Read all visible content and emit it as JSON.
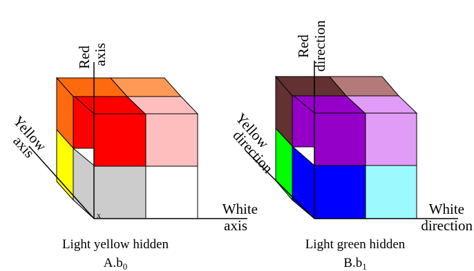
{
  "figure_a": {
    "red_label_line1": "Red",
    "red_label_line2": "axis",
    "yellow_label_line1": "Yellow",
    "yellow_label_line2": "axis",
    "white_label_line1": "White",
    "white_label_line2": "axis",
    "origin_mark": "x",
    "caption": "Light yellow hidden",
    "sublabel_prefix": "A.b",
    "sublabel_subscript": "0",
    "colors": {
      "back_top_left": "#ff6a0e",
      "back_top_right": "#ff9a56",
      "front_top_left": "#ff0000",
      "front_top_right": "#ffbebe",
      "front_bottom_left": "#cccccc",
      "front_bottom_right": "#ffffff",
      "left_side_top": "#ff6a0e",
      "left_side_bottom": "#ffff00",
      "side_lower_middle": "#cccccc",
      "red_side": "#ff0000"
    }
  },
  "figure_b": {
    "red_label_line1": "Red",
    "red_label_line2": "direction",
    "yellow_label_line1": "Yellow",
    "yellow_label_line2": "direction",
    "white_label_line1": "White",
    "white_label_line2": "direction",
    "caption": "Light green hidden",
    "sublabel_prefix": "B.b",
    "sublabel_subscript": "1",
    "colors": {
      "back_top_left": "#633131",
      "back_top_right": "#b47a7a",
      "front_top_left": "#9400c8",
      "front_top_right": "#e09cf6",
      "front_bottom_left": "#0000ff",
      "front_bottom_right": "#9cfafe",
      "left_side_top": "#633131",
      "left_side_bottom": "#00ff00",
      "side_lower_middle": "#0000ff",
      "purple_side": "#9400c8"
    }
  }
}
